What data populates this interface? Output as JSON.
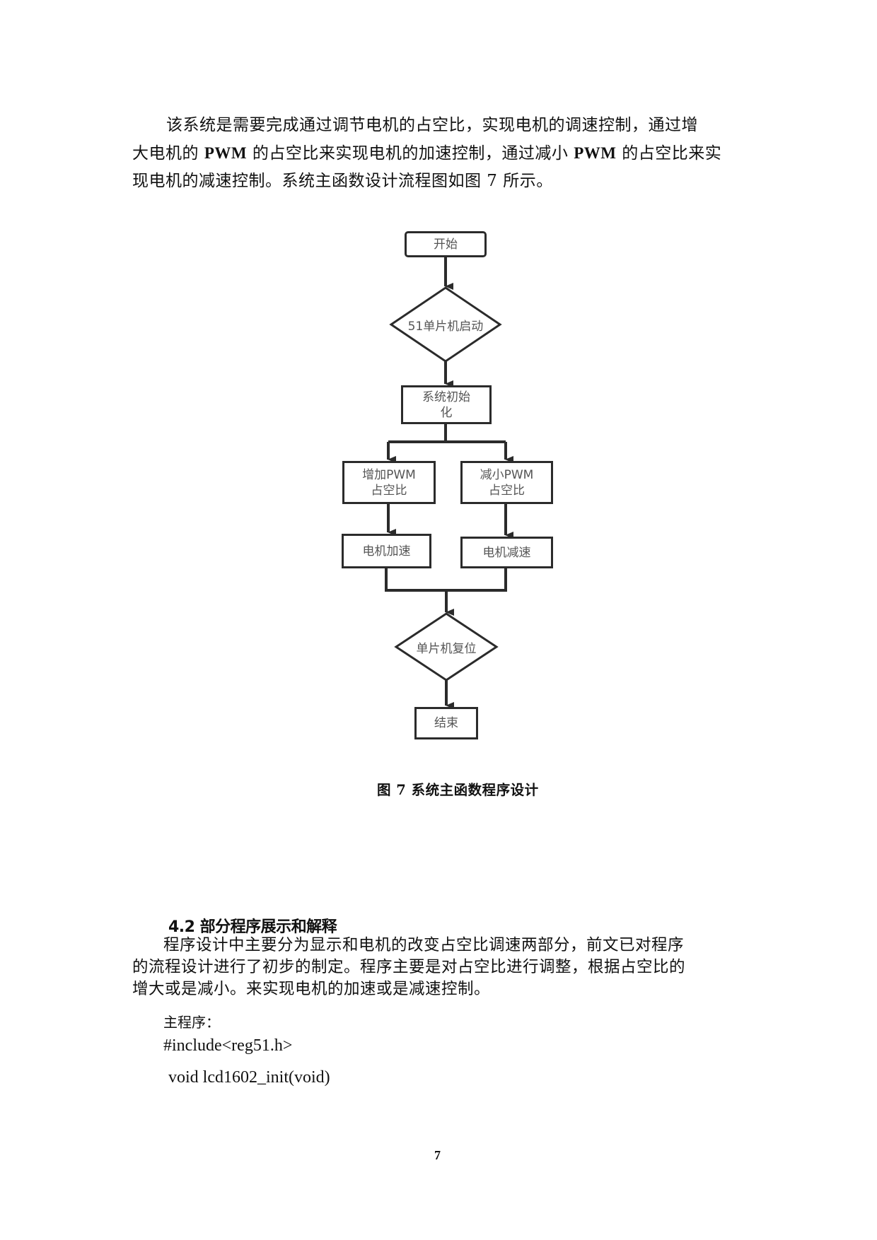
{
  "intro_paragraph": {
    "line1": "该系统是需要完成通过调节电机的占空比，实现电机的调速控制，通过增",
    "line2_a": "大电机的 ",
    "line2_pwm1": "PWM",
    "line2_b": " 的占空比来实现电机的加速控制，通过减小 ",
    "line2_pwm2": "PWM",
    "line2_c": " 的占空比来实",
    "line3": "现电机的减速控制。系统主函数设计流程图如图 7 所示。"
  },
  "flowchart": {
    "nodes": {
      "start": "开始",
      "mcu_start": "51单片机启动",
      "init_line1": "系统初始",
      "init_line2": "化",
      "increase_pwm_line1": "增加PWM",
      "increase_pwm_line2": "占空比",
      "decrease_pwm_line1": "减小PWM",
      "decrease_pwm_line2": "占空比",
      "motor_accel": "电机加速",
      "motor_decel": "电机减速",
      "mcu_reset": "单片机复位",
      "end": "结束"
    },
    "colors": {
      "stroke": "#2b2b2b",
      "text": "#555555"
    }
  },
  "figure_caption": "图 7  系统主函数程序设计",
  "section": {
    "heading": "4.2 部分程序展示和解释",
    "paragraph_line1": "程序设计中主要分为显示和电机的改变占空比调速两部分，前文已对程序",
    "paragraph_line2": "的流程设计进行了初步的制定。程序主要是对占空比进行调整，根据占空比的",
    "paragraph_line3": "增大或是减小。来实现电机的加速或是减速控制。"
  },
  "code": {
    "label": "主程序：",
    "line1": "#include<reg51.h>",
    "line2": "void lcd1602_init(void)"
  },
  "page_number": "7"
}
